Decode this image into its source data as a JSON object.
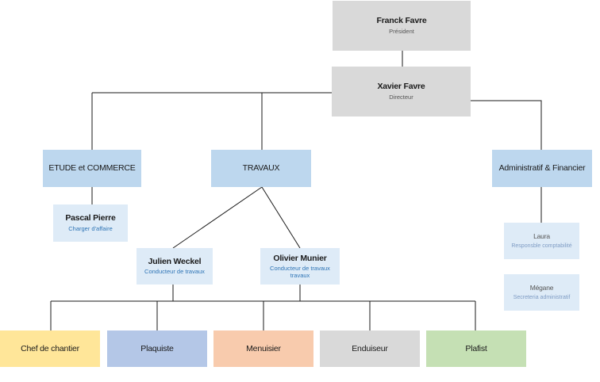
{
  "president": {
    "name": "Franck Favre",
    "role": "Président"
  },
  "director": {
    "name": "Xavier Favre",
    "role": "Directeur"
  },
  "departments": {
    "etude": {
      "name": "ETUDE et  COMMERCE"
    },
    "travaux": {
      "name": "TRAVAUX"
    },
    "admin": {
      "name": "Administratif & Financier"
    }
  },
  "people": {
    "pascal": {
      "name": "Pascal Pierre",
      "role": "Charger d'affaire"
    },
    "julien": {
      "name": "Julien Weckel",
      "role": "Conducteur de travaux"
    },
    "olivier": {
      "name": "Olivier Munier",
      "role": "Conducteur de travaux travaux"
    },
    "laura": {
      "name": "Laura",
      "role": "Responsble  comptabilité"
    },
    "megane": {
      "name": "Mégane",
      "role": "Secreteria administratif"
    }
  },
  "trades": [
    {
      "name": "Chef de chantier",
      "color": "#ffe699"
    },
    {
      "name": "Plaquiste",
      "color": "#b4c7e7"
    },
    {
      "name": "Menuisier",
      "color": "#f8cbad"
    },
    {
      "name": "Enduiseur",
      "color": "#d9d9d9"
    },
    {
      "name": "Plafist",
      "color": "#c5e0b4"
    }
  ],
  "colors": {
    "line": "#1a1a1a",
    "executive": "#d9d9d9",
    "department": "#bdd7ee",
    "staff": "#deebf7"
  }
}
